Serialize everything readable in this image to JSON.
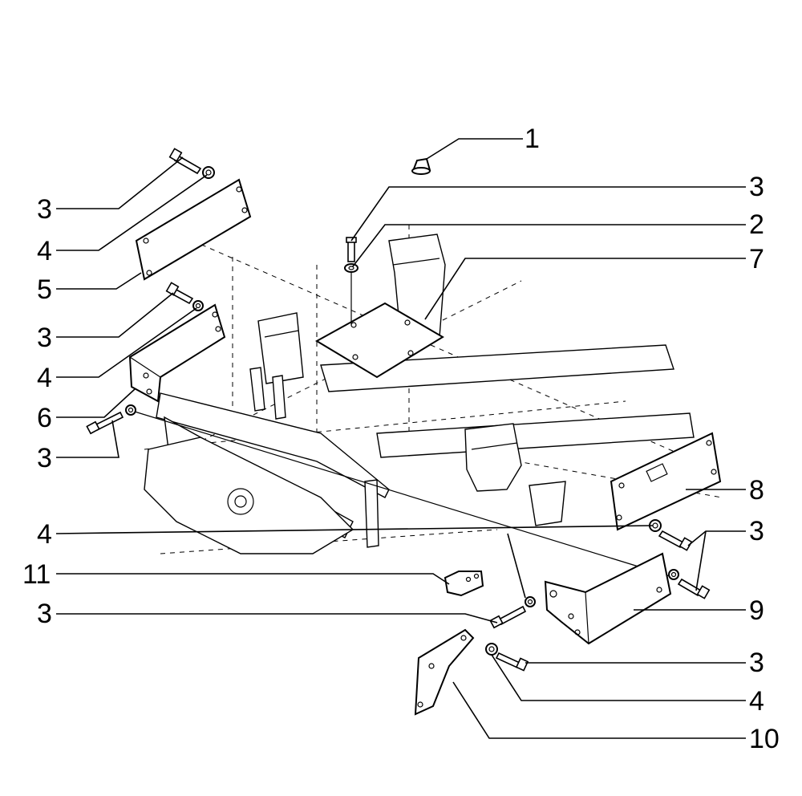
{
  "callouts": [
    {
      "id": "c1",
      "label": "1"
    },
    {
      "id": "c2",
      "label": "2"
    },
    {
      "id": "c3a",
      "label": "3"
    },
    {
      "id": "c3b",
      "label": "3"
    },
    {
      "id": "c3c",
      "label": "3"
    },
    {
      "id": "c3d",
      "label": "3"
    },
    {
      "id": "c3e",
      "label": "3"
    },
    {
      "id": "c3f",
      "label": "3"
    },
    {
      "id": "c3g",
      "label": "3"
    },
    {
      "id": "c4a",
      "label": "4"
    },
    {
      "id": "c4b",
      "label": "4"
    },
    {
      "id": "c4c",
      "label": "4"
    },
    {
      "id": "c4d",
      "label": "4"
    },
    {
      "id": "c5",
      "label": "5"
    },
    {
      "id": "c6",
      "label": "6"
    },
    {
      "id": "c7",
      "label": "7"
    },
    {
      "id": "c8",
      "label": "8"
    },
    {
      "id": "c9",
      "label": "9"
    },
    {
      "id": "c10",
      "label": "10"
    },
    {
      "id": "c11",
      "label": "11"
    }
  ]
}
